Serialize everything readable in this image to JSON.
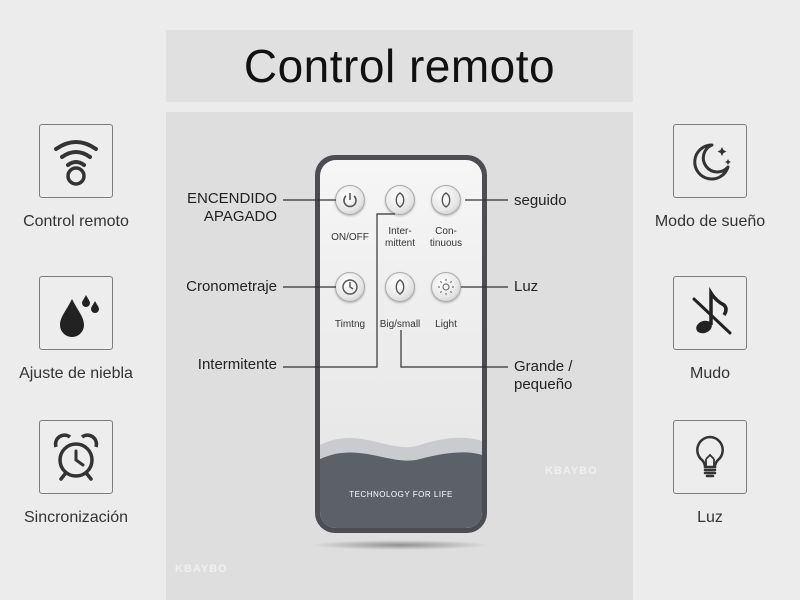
{
  "title": "Control remoto",
  "features_left": [
    {
      "label": "Control remoto",
      "icon": "remote-signal-icon"
    },
    {
      "label": "Ajuste de niebla",
      "icon": "mist-drops-icon"
    },
    {
      "label": "Sincronización",
      "icon": "alarm-clock-icon"
    }
  ],
  "features_right": [
    {
      "label": "Modo de sueño",
      "icon": "moon-stars-icon"
    },
    {
      "label": "Mudo",
      "icon": "music-note-muted-icon"
    },
    {
      "label": "Luz",
      "icon": "light-bulb-icon"
    }
  ],
  "remote": {
    "buttons": {
      "on_off": "ON/OFF",
      "intermittent_l1": "Inter-",
      "intermittent_l2": "mittent",
      "continuous_l1": "Con-",
      "continuous_l2": "tinuous",
      "timing": "Timtng",
      "big_small": "Big/small",
      "light": "Light"
    },
    "brand": "TECHNOLOGY FOR LIFE"
  },
  "callouts": {
    "power_l1": "ENCENDIDO",
    "power_l2": "APAGADO",
    "continuous": "seguido",
    "timer": "Cronometraje",
    "light": "Luz",
    "intermittent": "Intermitente",
    "size_l1": "Grande /",
    "size_l2": "pequeño"
  },
  "watermark": "KBAYBO",
  "colors": {
    "background": "#ececec",
    "remote_body": "#4b4d52",
    "remote_bottom": "#5c6069"
  }
}
